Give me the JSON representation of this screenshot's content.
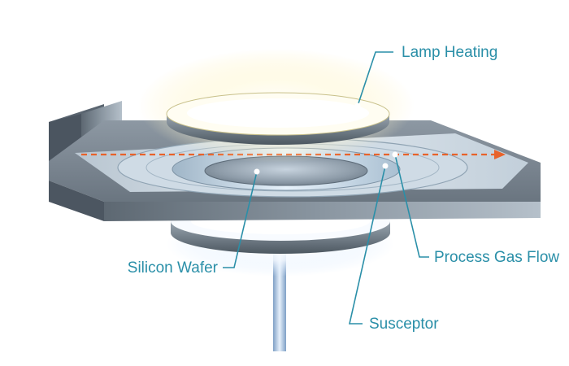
{
  "diagram": {
    "labels": {
      "lamp_heating": "Lamp Heating",
      "process_gas_flow": "Process Gas Flow",
      "silicon_wafer": "Silicon Wafer",
      "susceptor": "Susceptor"
    },
    "colors": {
      "label_text": "#2a8fa8",
      "leader_line": "#2a8fa8",
      "gas_flow_arrow": "#e8622a",
      "housing": "#6f7a85",
      "lamp_glow": "#fffbe6"
    }
  }
}
